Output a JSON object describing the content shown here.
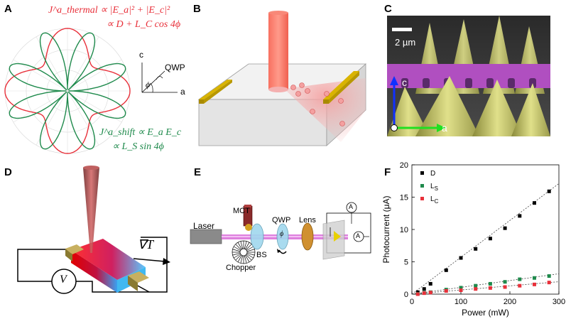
{
  "panels": {
    "A": {
      "letter": "A",
      "eq_thermal_1": "J^a_thermal ∝ |E_a|² + |E_c|²",
      "eq_thermal_2": "∝ D + L_C cos 4ϕ",
      "eq_shift_1": "J^a_shift ∝ E_a E_c",
      "eq_shift_2": "∝ L_S sin 4ϕ",
      "axis_c": "c",
      "axis_a": "a",
      "qwp": "QWP",
      "phi": "ϕ",
      "colors": {
        "thermal": "#e8303a",
        "shift": "#1f8a4c"
      }
    },
    "B": {
      "letter": "B"
    },
    "C": {
      "letter": "C",
      "scale": "2 µm",
      "axis_c": "c",
      "axis_a": "a"
    },
    "D": {
      "letter": "D",
      "grad": "∇T",
      "voltmeter": "V"
    },
    "E": {
      "letter": "E",
      "laser": "Laser",
      "mct": "MCT",
      "qwp": "QWP",
      "lens": "Lens",
      "bs": "BS",
      "chopper": "Chopper",
      "ammeter": "A",
      "phi": "ϕ"
    },
    "F": {
      "letter": "F"
    }
  },
  "chart_data": {
    "type": "scatter",
    "xlabel": "Power (mW)",
    "ylabel": "Photocurrent (μA)",
    "xlim": [
      0,
      300
    ],
    "ylim": [
      0,
      20
    ],
    "xticks": [
      "0",
      "100",
      "200",
      "300"
    ],
    "yticks": [
      "0",
      "5",
      "10",
      "15",
      "20"
    ],
    "legend_position": "top-left",
    "series": [
      {
        "name": "D",
        "color": "#000000",
        "x": [
          12,
          25,
          38,
          70,
          100,
          130,
          160,
          190,
          220,
          250,
          280
        ],
        "y": [
          0.3,
          0.8,
          1.6,
          3.7,
          5.6,
          7.0,
          8.6,
          10.2,
          12.1,
          14.1,
          15.9
        ]
      },
      {
        "name": "L_S",
        "color": "#1f8a4c",
        "x": [
          12,
          25,
          38,
          70,
          100,
          130,
          160,
          190,
          220,
          250,
          280
        ],
        "y": [
          0.05,
          0.2,
          0.3,
          0.7,
          1.0,
          1.3,
          1.6,
          1.9,
          2.3,
          2.5,
          2.8
        ]
      },
      {
        "name": "L_C",
        "color": "#e8303a",
        "x": [
          12,
          25,
          38,
          70,
          100,
          130,
          160,
          190,
          220,
          250,
          280
        ],
        "y": [
          0.0,
          0.15,
          0.25,
          0.5,
          0.6,
          0.8,
          0.95,
          1.1,
          1.3,
          1.5,
          1.8
        ]
      }
    ],
    "fits": [
      {
        "series": "D",
        "slope": 0.057,
        "intercept": 0
      },
      {
        "series": "L_S",
        "slope": 0.0105,
        "intercept": 0
      },
      {
        "series": "L_C",
        "slope": 0.0064,
        "intercept": 0
      }
    ]
  }
}
